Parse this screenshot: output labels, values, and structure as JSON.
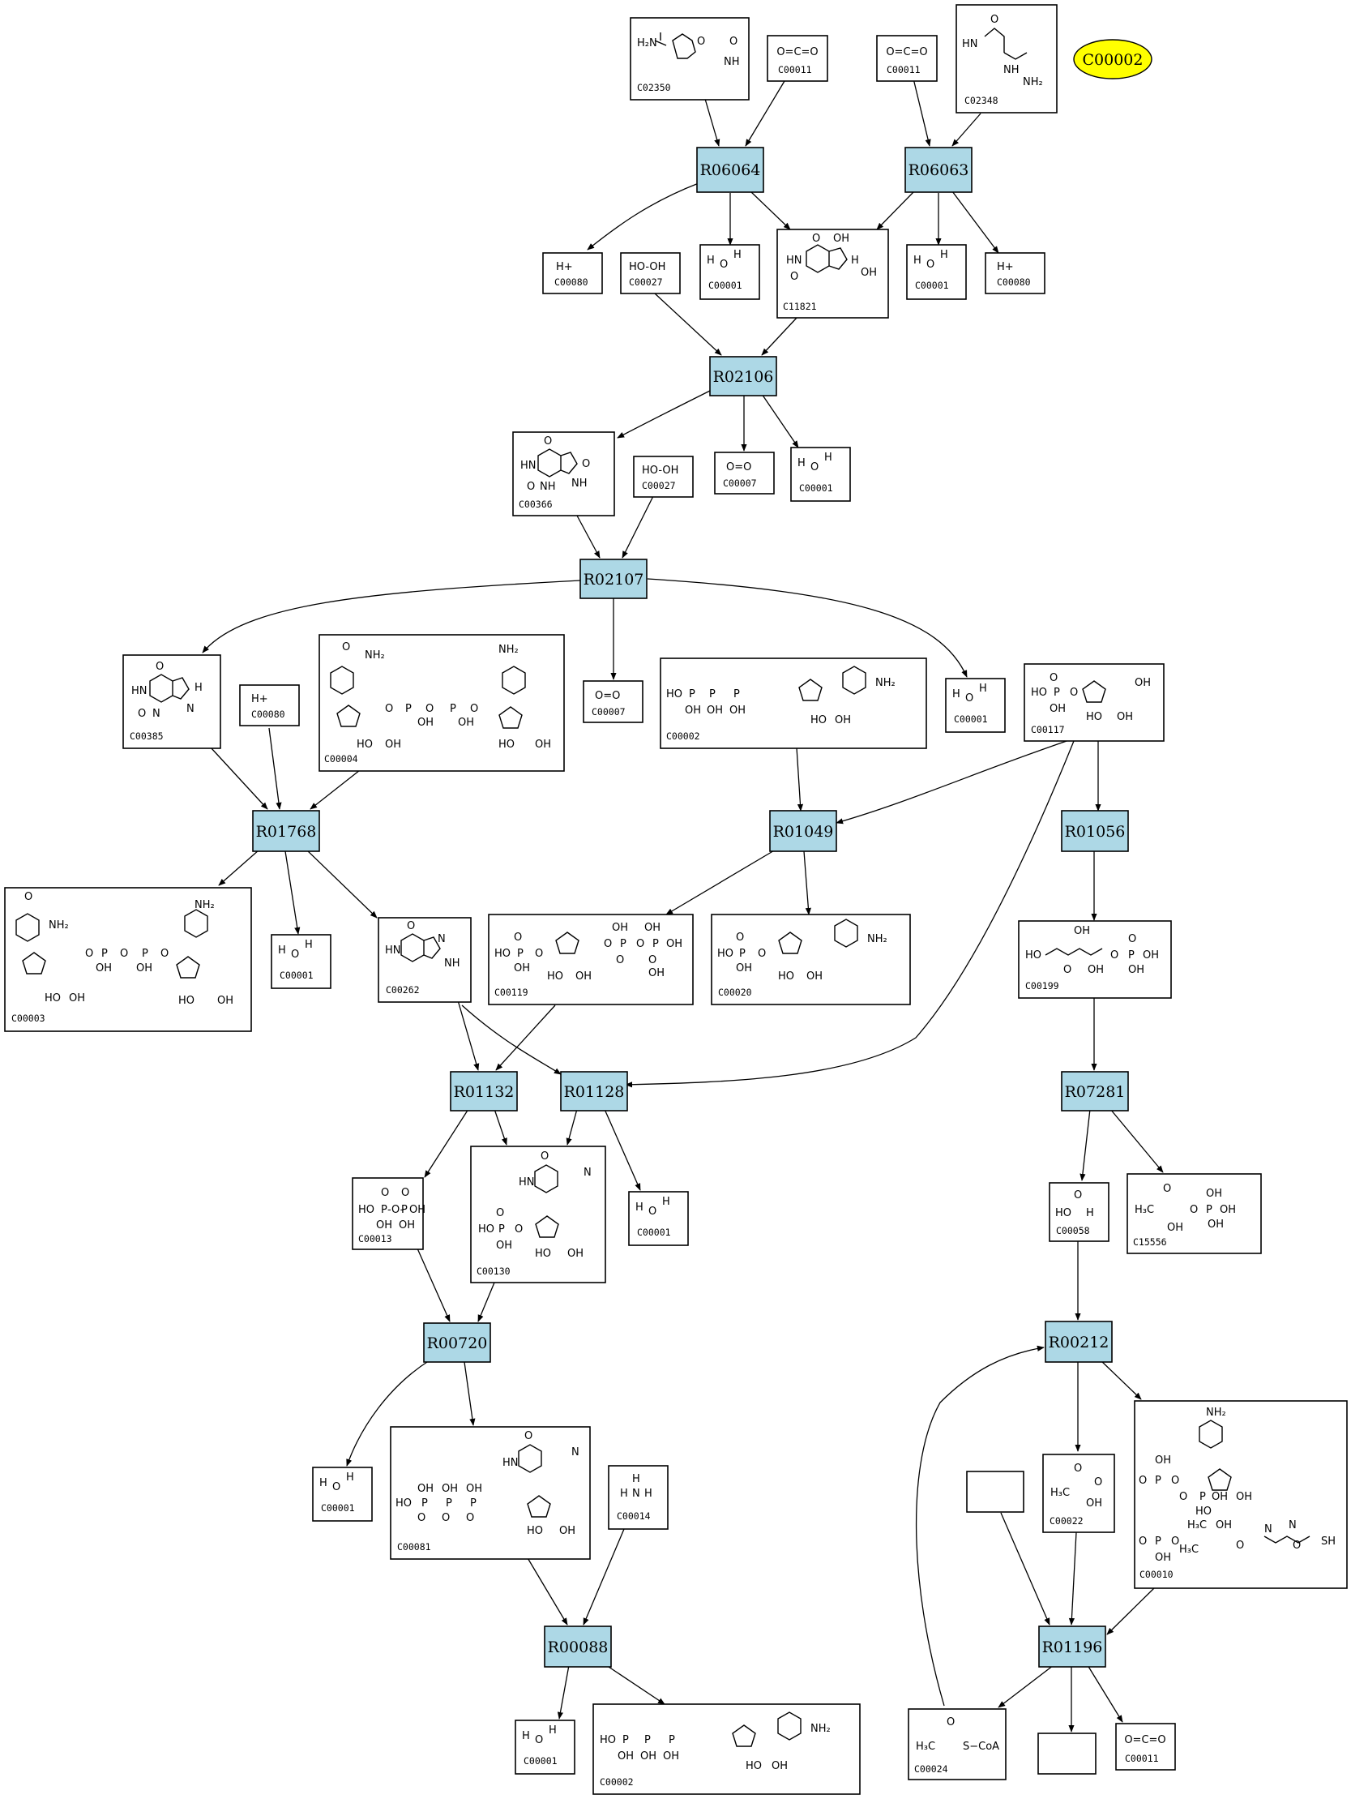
{
  "legend": {
    "label": "C00002",
    "fill": "#ffff00"
  },
  "colors": {
    "reaction_fill": "#add8e6",
    "compound_fill": "#ffffff",
    "edge": "#000000"
  },
  "reactions": [
    {
      "id": "R06064",
      "label": "R06064"
    },
    {
      "id": "R06063",
      "label": "R06063"
    },
    {
      "id": "R02106",
      "label": "R02106"
    },
    {
      "id": "R02107",
      "label": "R02107"
    },
    {
      "id": "R01768",
      "label": "R01768"
    },
    {
      "id": "R01049",
      "label": "R01049"
    },
    {
      "id": "R01056",
      "label": "R01056"
    },
    {
      "id": "R01132",
      "label": "R01132"
    },
    {
      "id": "R01128",
      "label": "R01128"
    },
    {
      "id": "R07281",
      "label": "R07281"
    },
    {
      "id": "R00720",
      "label": "R00720"
    },
    {
      "id": "R00212",
      "label": "R00212"
    },
    {
      "id": "R00088",
      "label": "R00088"
    },
    {
      "id": "R01196",
      "label": "R01196"
    }
  ],
  "compounds": [
    {
      "key": "c02350",
      "id": "C02350",
      "formula": ""
    },
    {
      "key": "c00011a",
      "id": "C00011",
      "formula": "O=C=O"
    },
    {
      "key": "c00011b",
      "id": "C00011",
      "formula": "O=C=O"
    },
    {
      "key": "c02348",
      "id": "C02348",
      "formula": ""
    },
    {
      "key": "c00080a",
      "id": "C00080",
      "formula": "H+"
    },
    {
      "key": "c00027a",
      "id": "C00027",
      "formula": "HO-OH"
    },
    {
      "key": "c00001a",
      "id": "C00001",
      "formula": "H2O"
    },
    {
      "key": "c11821",
      "id": "C11821",
      "formula": ""
    },
    {
      "key": "c00001b",
      "id": "C00001",
      "formula": "H2O"
    },
    {
      "key": "c00080b",
      "id": "C00080",
      "formula": "H+"
    },
    {
      "key": "c00366",
      "id": "C00366",
      "formula": ""
    },
    {
      "key": "c00027b",
      "id": "C00027",
      "formula": "HO-OH"
    },
    {
      "key": "c00007a",
      "id": "C00007",
      "formula": "O=O"
    },
    {
      "key": "c00001c",
      "id": "C00001",
      "formula": "H2O"
    },
    {
      "key": "c00385",
      "id": "C00385",
      "formula": ""
    },
    {
      "key": "c00080c",
      "id": "C00080",
      "formula": "H+"
    },
    {
      "key": "c00004",
      "id": "C00004",
      "formula": ""
    },
    {
      "key": "c00007b",
      "id": "C00007",
      "formula": "O=O"
    },
    {
      "key": "c00002a",
      "id": "C00002",
      "formula": ""
    },
    {
      "key": "c00001d",
      "id": "C00001",
      "formula": "H2O"
    },
    {
      "key": "c00117",
      "id": "C00117",
      "formula": ""
    },
    {
      "key": "c00003",
      "id": "C00003",
      "formula": ""
    },
    {
      "key": "c00001e",
      "id": "C00001",
      "formula": "H2O"
    },
    {
      "key": "c00262",
      "id": "C00262",
      "formula": ""
    },
    {
      "key": "c00119",
      "id": "C00119",
      "formula": ""
    },
    {
      "key": "c00020",
      "id": "C00020",
      "formula": ""
    },
    {
      "key": "c00199",
      "id": "C00199",
      "formula": ""
    },
    {
      "key": "c00013",
      "id": "C00013",
      "formula": ""
    },
    {
      "key": "c00130",
      "id": "C00130",
      "formula": ""
    },
    {
      "key": "c00001f",
      "id": "C00001",
      "formula": "H2O"
    },
    {
      "key": "c00058",
      "id": "C00058",
      "formula": ""
    },
    {
      "key": "c15556",
      "id": "C15556",
      "formula": ""
    },
    {
      "key": "c00001g",
      "id": "C00001",
      "formula": "H2O"
    },
    {
      "key": "c00081",
      "id": "C00081",
      "formula": ""
    },
    {
      "key": "c00014",
      "id": "C00014",
      "formula": "NH3"
    },
    {
      "key": "c00022",
      "id": "C00022",
      "formula": ""
    },
    {
      "key": "c00010",
      "id": "C00010",
      "formula": ""
    },
    {
      "key": "c00001h",
      "id": "C00001",
      "formula": "H2O"
    },
    {
      "key": "c00002b",
      "id": "C00002",
      "formula": ""
    },
    {
      "key": "c00024",
      "id": "C00024",
      "formula": ""
    },
    {
      "key": "c00011c",
      "id": "C00011",
      "formula": "O=C=O"
    }
  ]
}
